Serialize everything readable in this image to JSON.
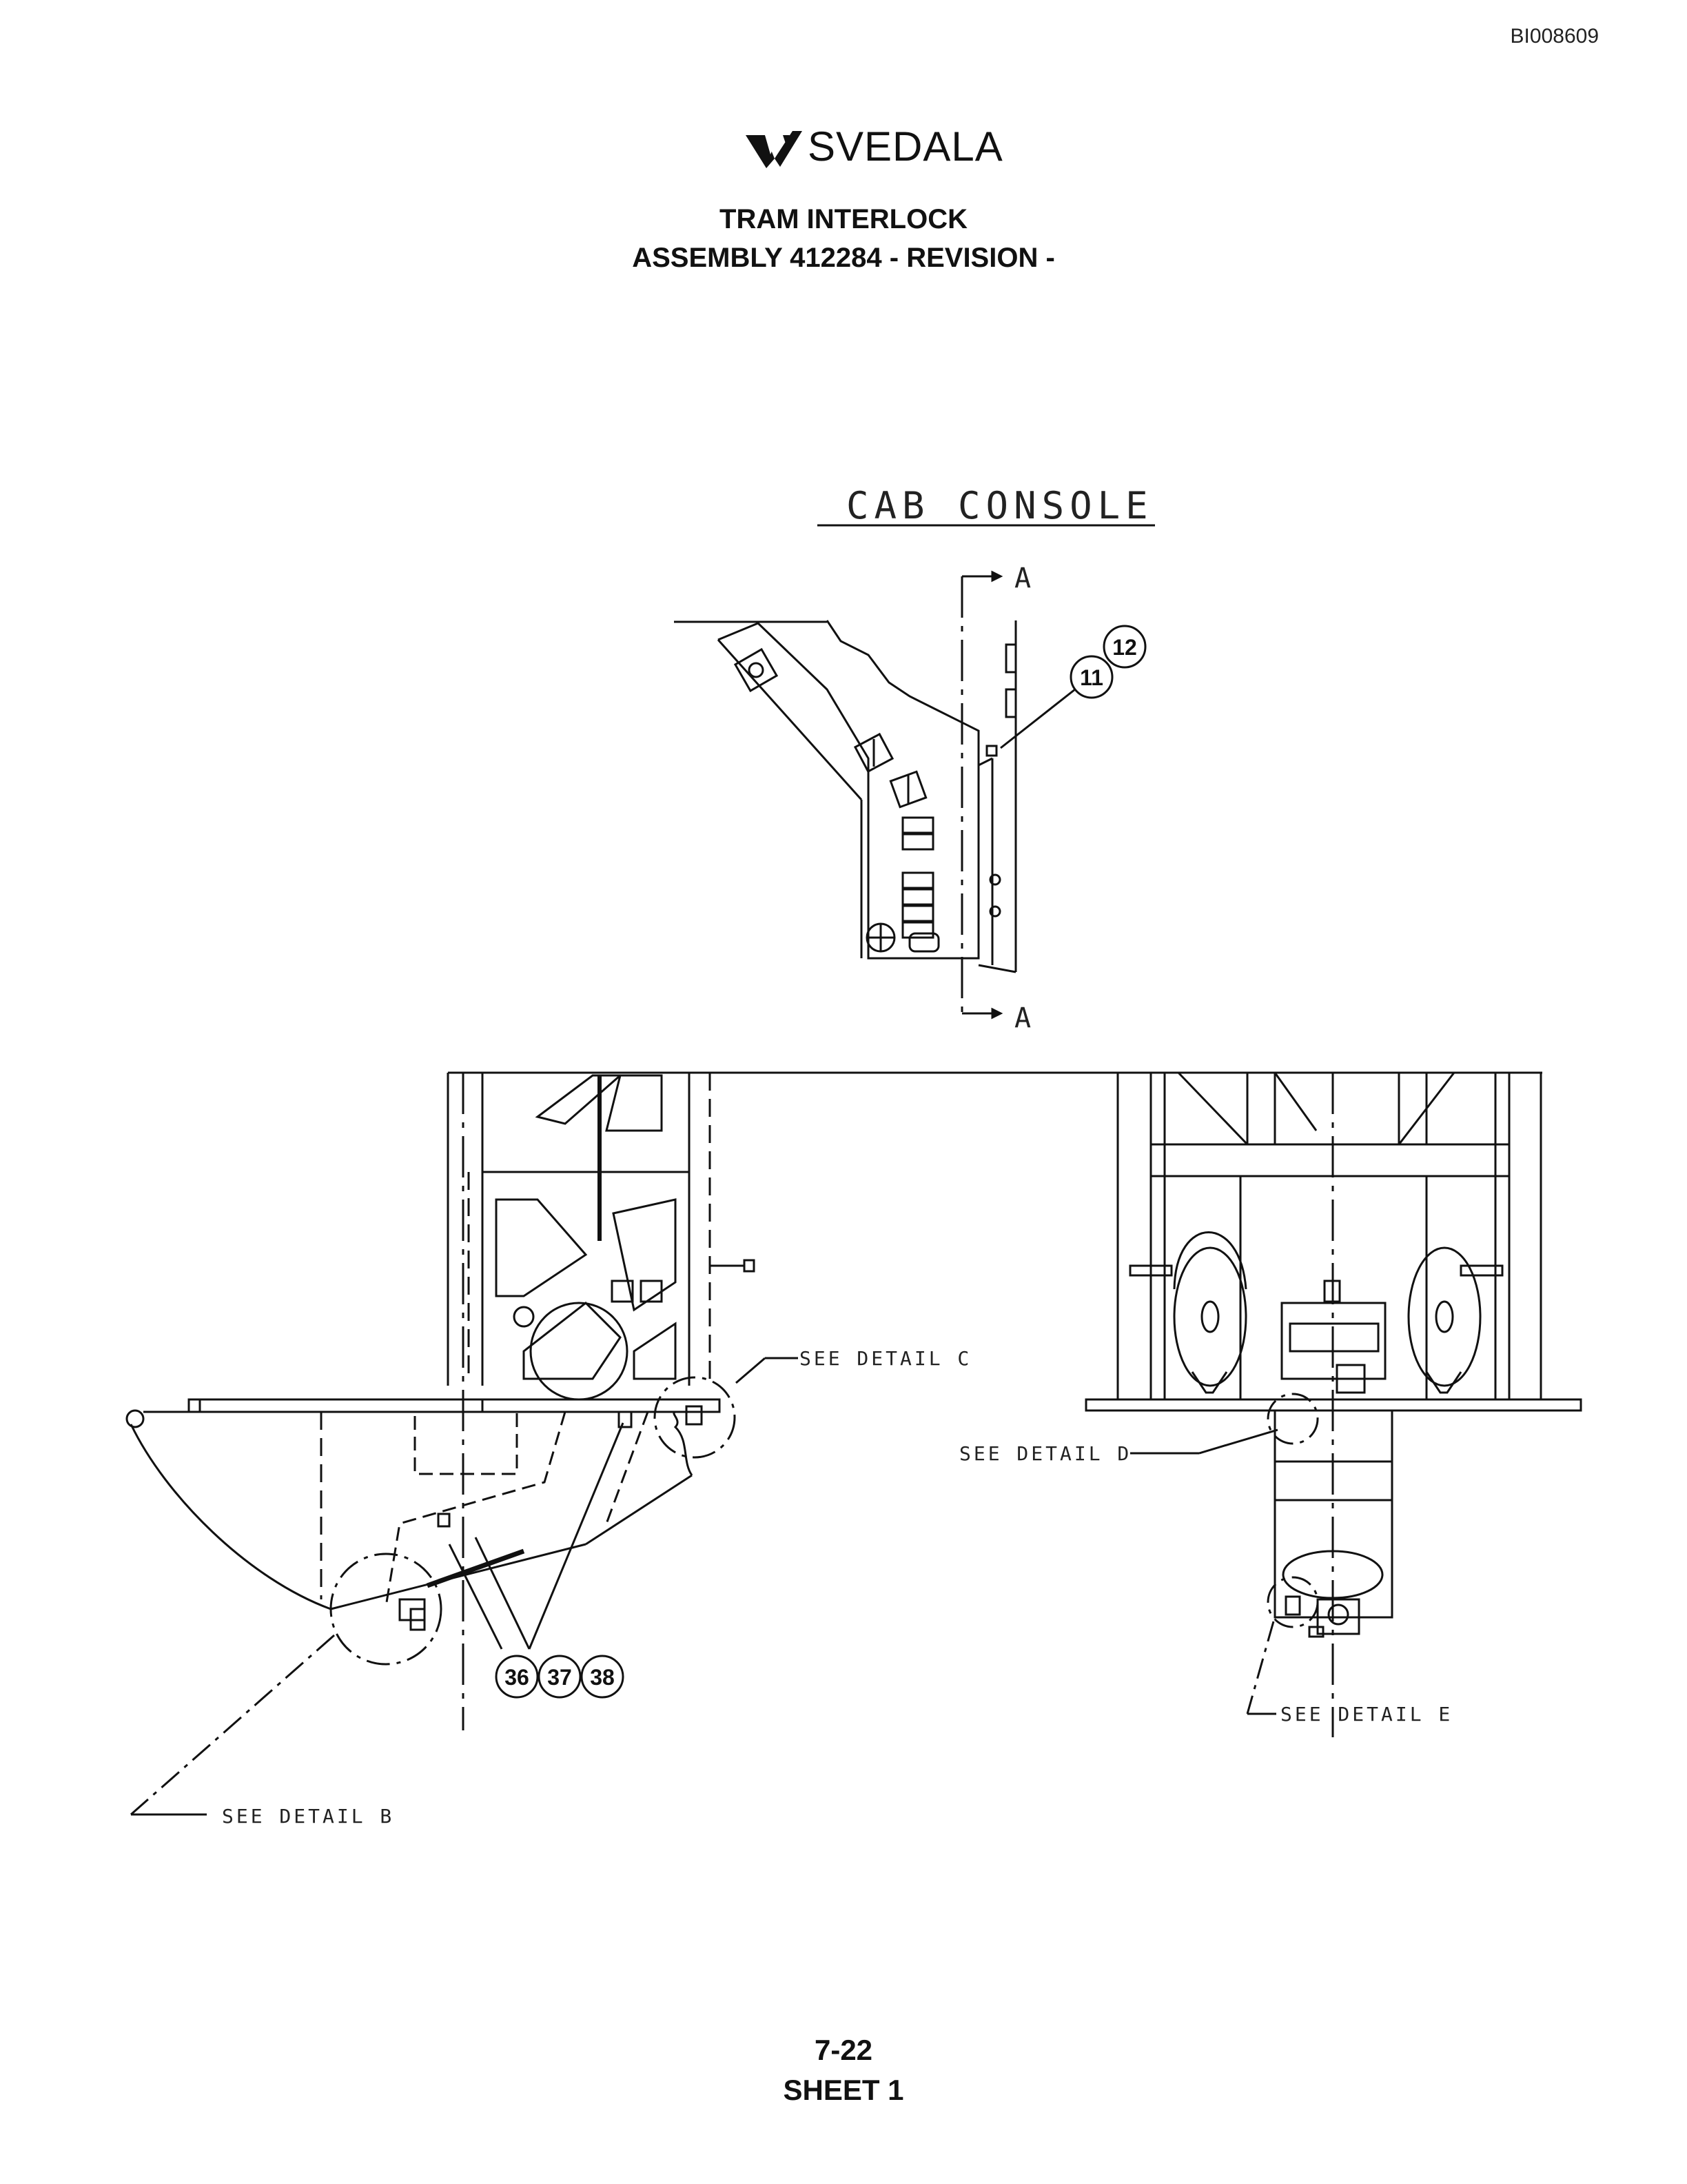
{
  "document_id": "BI008609",
  "logo": {
    "brand": "SVEDALA",
    "mark": "svedala-logo-mark"
  },
  "title": {
    "line1": "TRAM INTERLOCK",
    "line2": "ASSEMBLY 412284 - REVISION -"
  },
  "drawing": {
    "cab_console_label": "CAB CONSOLE",
    "section_marker_top": "A",
    "section_marker_bottom": "A",
    "callouts": {
      "detail_b": "SEE DETAIL B",
      "detail_c": "SEE DETAIL C",
      "detail_d": "SEE DETAIL D",
      "detail_e": "SEE DETAIL E"
    },
    "balloons": {
      "b11": "11",
      "b12": "12",
      "b36": "36",
      "b37": "37",
      "b38": "38"
    }
  },
  "footer": {
    "page": "7-22",
    "sheet": "SHEET 1"
  }
}
